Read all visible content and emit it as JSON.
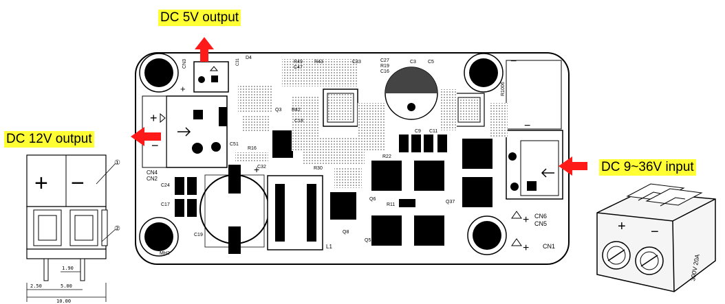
{
  "callouts": {
    "out5v": "DC 5V output",
    "out12v": "DC 12V output",
    "input": "DC 9~36V input"
  },
  "board_labels": {
    "cn2": "CN2",
    "cn4": "CN4",
    "cn1": "CN1",
    "cn5": "CN5",
    "cn6": "CN6",
    "mh2": "MH2",
    "l1": "L1",
    "q8": "Q8",
    "r11": "R11",
    "c24": "C24",
    "c17": "C17",
    "c51": "C51",
    "c32": "C32",
    "r30": "R30",
    "c9": "C9",
    "c11": "C11",
    "c3": "C3",
    "c27": "C27",
    "r19": "R19",
    "c16": "C16",
    "c31": "C31",
    "c33": "C33",
    "d4": "D4",
    "r49": "R49",
    "c47": "C47",
    "r43": "R43",
    "r42": "R42",
    "r22": "R22",
    "q6": "Q6",
    "q37": "Q37",
    "c19": "C19",
    "q3": "Q3",
    "c18": "C18",
    "r1006": "R1006",
    "r16": "R16",
    "c5": "C5",
    "q5": "Q5"
  },
  "connector_drawing": {
    "dim_190": "1.90",
    "dim_250": "2.50",
    "dim_500": "5.00",
    "dim_1000": "10.00",
    "ref_1": "①",
    "ref_2": "②"
  },
  "terminal_text": "300V 20A",
  "colors": {
    "callout_bg": "#ffff33",
    "arrow": "#ff1a1a",
    "ink": "#000000"
  }
}
